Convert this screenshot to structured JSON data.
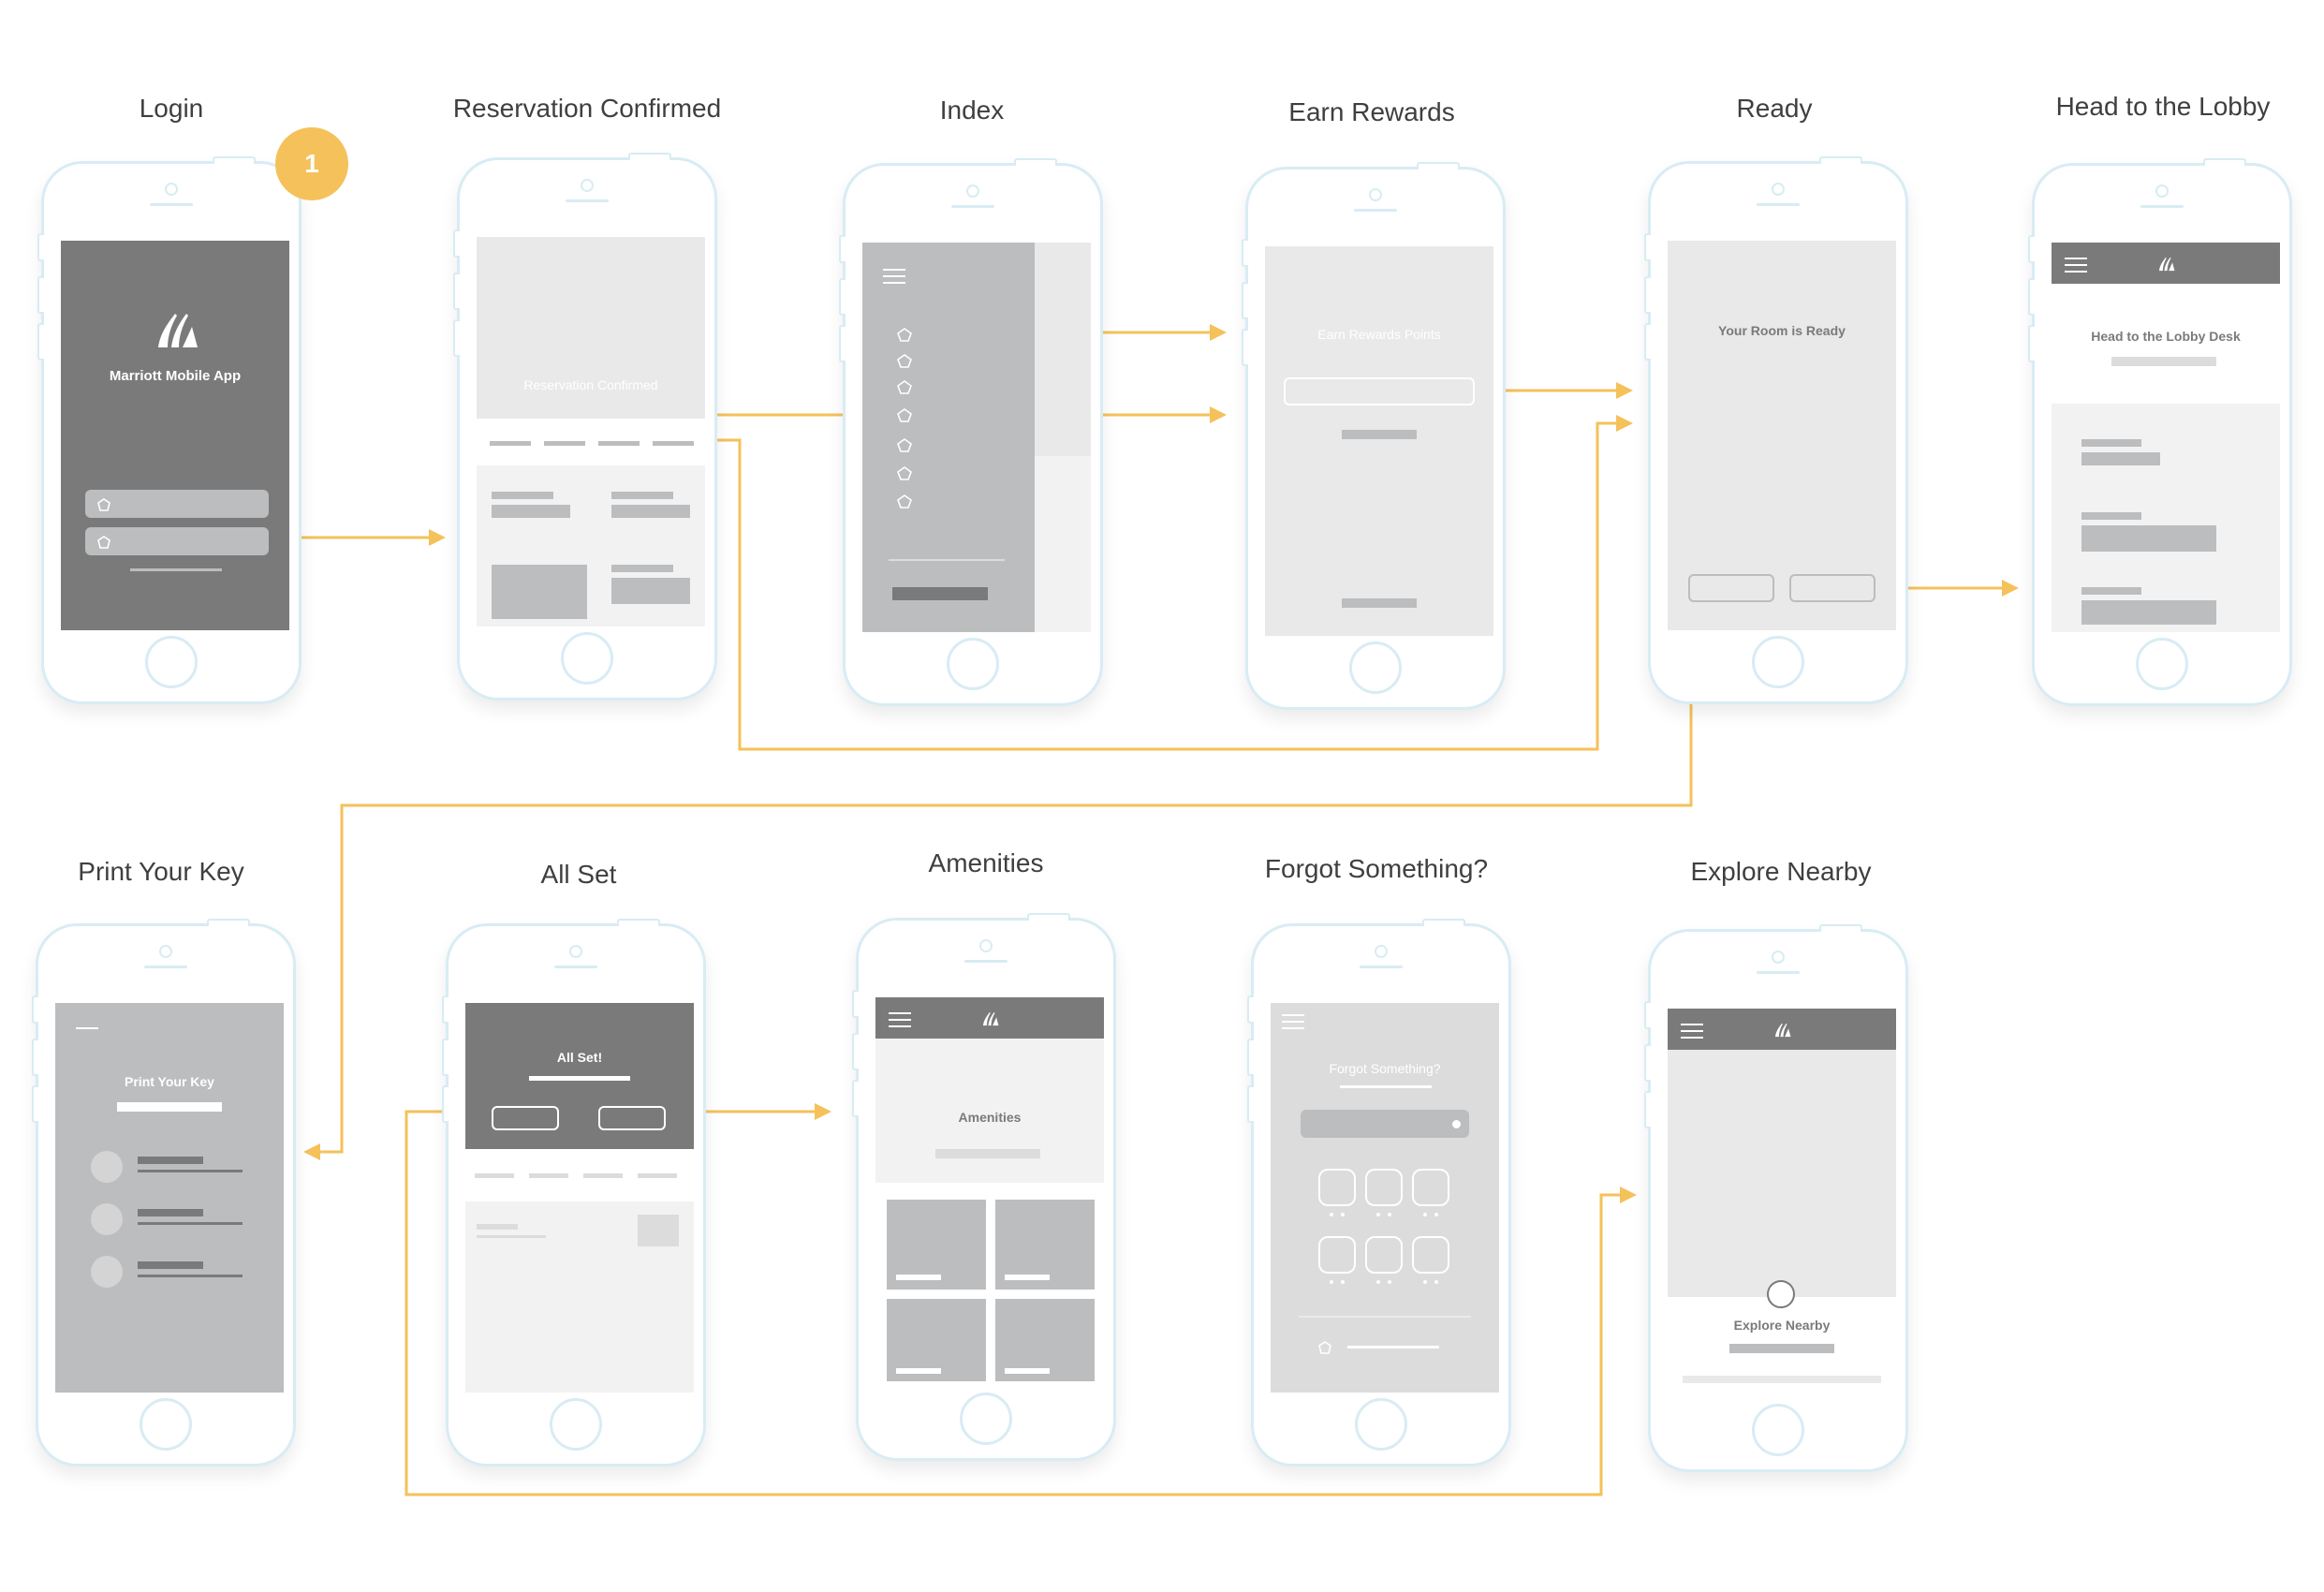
{
  "screens": {
    "login": {
      "title": "Login",
      "app_name": "Marriott Mobile App",
      "badge": "1"
    },
    "reservation": {
      "title": "Reservation Confirmed",
      "banner": "Reservation Confirmed"
    },
    "index": {
      "title": "Index"
    },
    "rewards": {
      "title": "Earn Rewards",
      "heading": "Earn Rewards Points"
    },
    "ready": {
      "title": "Ready",
      "heading": "Your Room is Ready"
    },
    "lobby": {
      "title": "Head to the Lobby",
      "heading": "Head to the Lobby Desk"
    },
    "printkey": {
      "title": "Print Your Key",
      "heading": "Print Your Key"
    },
    "allset": {
      "title": "All Set",
      "heading": "All Set!"
    },
    "amenities": {
      "title": "Amenities",
      "heading": "Amenities"
    },
    "forgot": {
      "title": "Forgot Something?",
      "heading": "Forgot Something?"
    },
    "explore": {
      "title": "Explore Nearby",
      "heading": "Explore Nearby"
    }
  },
  "colors": {
    "accent": "#f5c15a",
    "dark_gray": "#7a7a7b",
    "mid_gray": "#bcbdbe",
    "light_gray": "#e9e9e9",
    "outline": "#d8ecf4"
  },
  "icons": [
    "logo-icon",
    "hamburger-icon",
    "pentagon-icon"
  ]
}
